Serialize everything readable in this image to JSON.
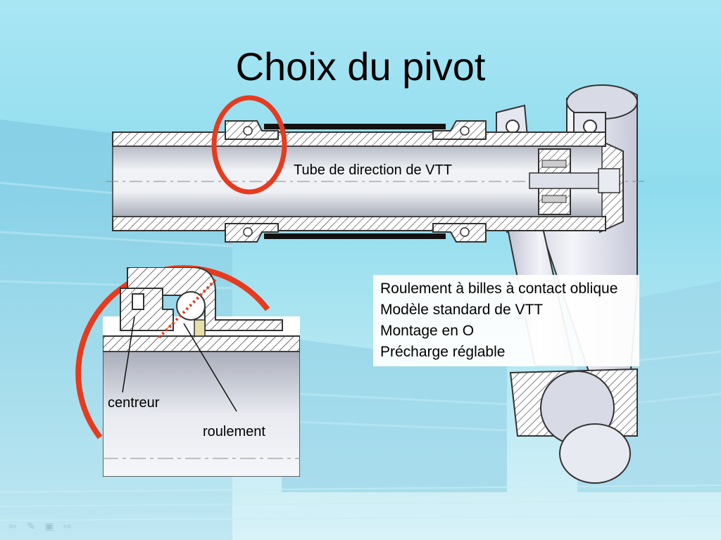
{
  "slide": {
    "title": "Choix du pivot",
    "tube_label": "Tube de direction de VTT",
    "detail_labels": {
      "centreur": "centreur",
      "roulement": "roulement"
    },
    "info_lines": [
      "Roulement à billes à contact oblique",
      "Modèle standard de VTT",
      "Montage en O",
      "Précharge réglable"
    ]
  },
  "colors": {
    "highlight_circle": "#e63b1e",
    "dotted_line": "#e63b1e",
    "background": "#9fe0f0"
  },
  "nav_icons": [
    "back-arrow-icon",
    "pen-icon",
    "menu-icon",
    "forward-arrow-icon"
  ]
}
